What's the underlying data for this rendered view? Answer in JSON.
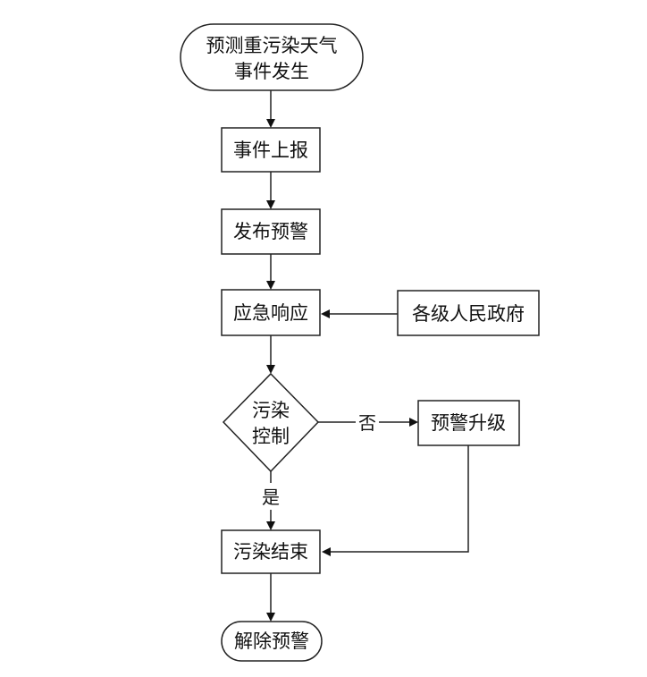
{
  "diagram": {
    "type": "flowchart",
    "nodes": {
      "start": {
        "lines": [
          "预测重污染天气",
          "事件发生"
        ],
        "shape": "terminator"
      },
      "report": {
        "label": "事件上报",
        "shape": "process"
      },
      "warning": {
        "label": "发布预警",
        "shape": "process"
      },
      "response": {
        "label": "应急响应",
        "shape": "process"
      },
      "government": {
        "label": "各级人民政府",
        "shape": "process"
      },
      "decision": {
        "lines": [
          "污染",
          "控制"
        ],
        "shape": "decision"
      },
      "upgrade": {
        "label": "预警升级",
        "shape": "process"
      },
      "end_pollution": {
        "label": "污染结束",
        "shape": "process"
      },
      "lift": {
        "label": "解除预警",
        "shape": "terminator"
      }
    },
    "edges": [
      {
        "from": "start",
        "to": "report"
      },
      {
        "from": "report",
        "to": "warning"
      },
      {
        "from": "warning",
        "to": "response"
      },
      {
        "from": "government",
        "to": "response"
      },
      {
        "from": "response",
        "to": "decision"
      },
      {
        "from": "decision",
        "to": "upgrade",
        "label": "否"
      },
      {
        "from": "decision",
        "to": "end_pollution",
        "label": "是"
      },
      {
        "from": "upgrade",
        "to": "end_pollution"
      },
      {
        "from": "end_pollution",
        "to": "lift"
      }
    ],
    "edge_labels": {
      "no": "否",
      "yes": "是"
    }
  }
}
